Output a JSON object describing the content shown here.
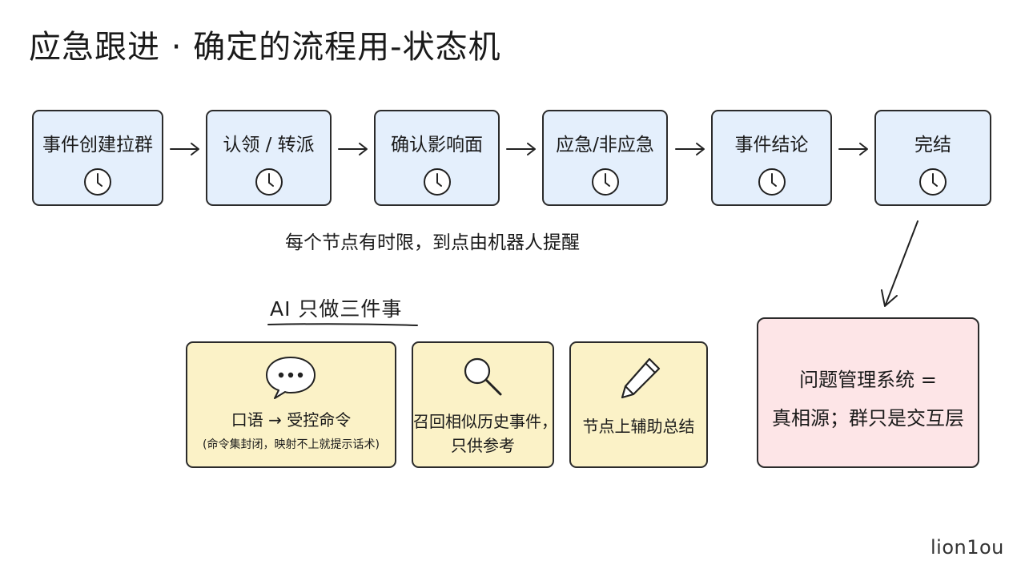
{
  "title": "应急跟进 · 确定的流程用-状态机",
  "flow": {
    "steps": [
      {
        "label": "事件创建拉群",
        "icon": "clock-icon"
      },
      {
        "label": "认领 / 转派",
        "icon": "clock-icon"
      },
      {
        "label": "确认影响面",
        "icon": "clock-icon"
      },
      {
        "label": "应急/非应急",
        "icon": "clock-icon"
      },
      {
        "label": "事件结论",
        "icon": "clock-icon"
      },
      {
        "label": "完结",
        "icon": "clock-icon"
      }
    ],
    "caption": "每个节点有时限，到点由机器人提醒"
  },
  "ai_section": {
    "heading": "AI 只做三件事",
    "cards": [
      {
        "icon": "speech-bubble-icon",
        "text": "口语 → 受控命令",
        "subtext": "(命令集封闭，映射不上就提示话术)"
      },
      {
        "icon": "magnifier-icon",
        "lines": [
          "召回相似历史事件，",
          "只供参考"
        ]
      },
      {
        "icon": "pencil-icon",
        "text": "节点上辅助总结"
      }
    ]
  },
  "truth_box": {
    "line1": "问题管理系统 =",
    "line2": "真相源；群只是交互层"
  },
  "signature": "lion1ou",
  "colors": {
    "step_fill": "#e4effc",
    "ai_card_fill": "#fbf2c7",
    "truth_fill": "#fde5e7",
    "stroke": "#2b2b2b"
  }
}
